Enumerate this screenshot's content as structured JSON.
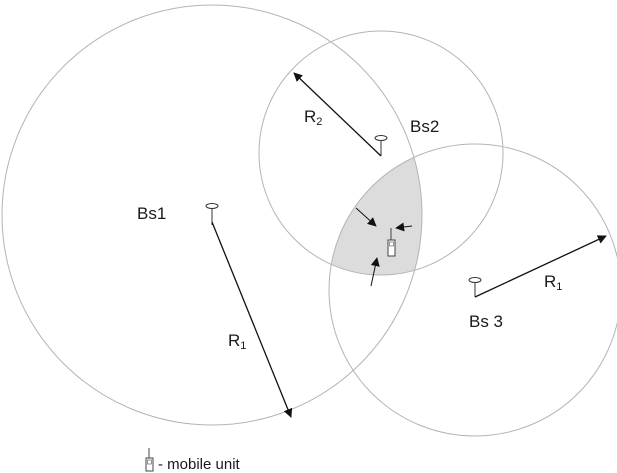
{
  "stations": [
    {
      "id": "bs1",
      "label": "Bs1"
    },
    {
      "id": "bs2",
      "label": "Bs2"
    },
    {
      "id": "bs3",
      "label": "Bs 3"
    }
  ],
  "radii": [
    {
      "letter": "R",
      "sub": "1"
    },
    {
      "letter": "R",
      "sub": "2"
    },
    {
      "letter": "R",
      "sub": "1"
    }
  ],
  "legend": {
    "text": "- mobile unit"
  }
}
